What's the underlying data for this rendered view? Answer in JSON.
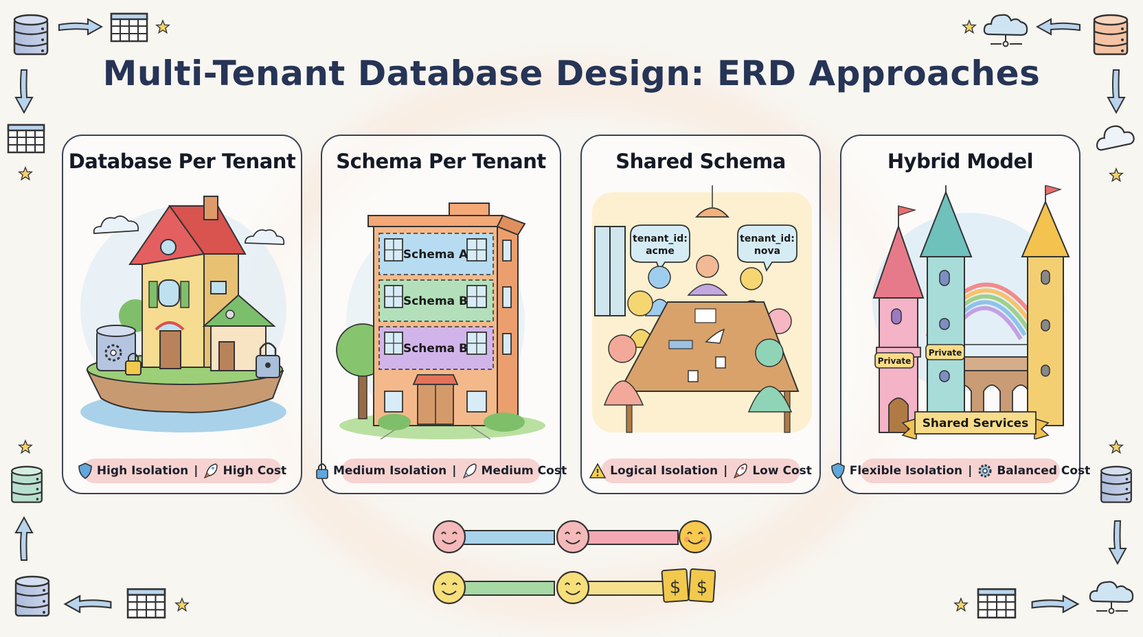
{
  "title": "Multi-Tenant Database Design: ERD Approaches",
  "cards": [
    {
      "title": "Database Per Tenant",
      "illustration": "house-on-island-with-database-and-locks",
      "isolation_icon": "shield-icon",
      "isolation": "High Isolation",
      "separator": "|",
      "cost_icon": "rocket-icon",
      "cost": "High Cost"
    },
    {
      "title": "Schema Per Tenant",
      "illustration": "apartment-building-with-schema-floors",
      "floors": [
        "Schema A",
        "Schema B",
        "Schema B"
      ],
      "isolation_icon": "padlock-icon",
      "isolation": "Medium Isolation",
      "separator": "|",
      "cost_icon": "rocket-icon",
      "cost": "Medium Cost"
    },
    {
      "title": "Shared Schema",
      "illustration": "people-sharing-meeting-table",
      "bubbles": [
        {
          "line1": "tenant_id:",
          "line2": "acme"
        },
        {
          "line1": "tenant_id:",
          "line2": "nova"
        }
      ],
      "isolation_icon": "warning-icon",
      "isolation": "Logical Isolation",
      "separator": "|",
      "cost_icon": "rocket-icon",
      "cost": "Low Cost"
    },
    {
      "title": "Hybrid Model",
      "illustration": "castle-towers-with-rainbow-bridge",
      "tower_labels": [
        "Private",
        "Private"
      ],
      "banner": "Shared Services",
      "isolation_icon": "shield-icon",
      "isolation": "Flexible Isolation",
      "separator": "|",
      "cost_icon": "gear-icon",
      "cost": "Balanced Cost"
    }
  ],
  "scales": [
    {
      "name": "isolation-scale",
      "segments": [
        "#a9d3ea",
        "#f3a9b4"
      ],
      "end_icons": [
        "smiley-pink",
        "smiley-pink",
        "smiley-yellow-blush"
      ]
    },
    {
      "name": "cost-scale",
      "segments": [
        "#a7d9a5",
        "#f6e08e"
      ],
      "end_icons": [
        "smiley-yellow",
        "smiley-yellow",
        "dollar-cards"
      ]
    }
  ],
  "colors": {
    "title": "#263456",
    "card_border": "#3a4256",
    "pill_bg": "#f6d3d1",
    "background": "#f8f6f1"
  }
}
